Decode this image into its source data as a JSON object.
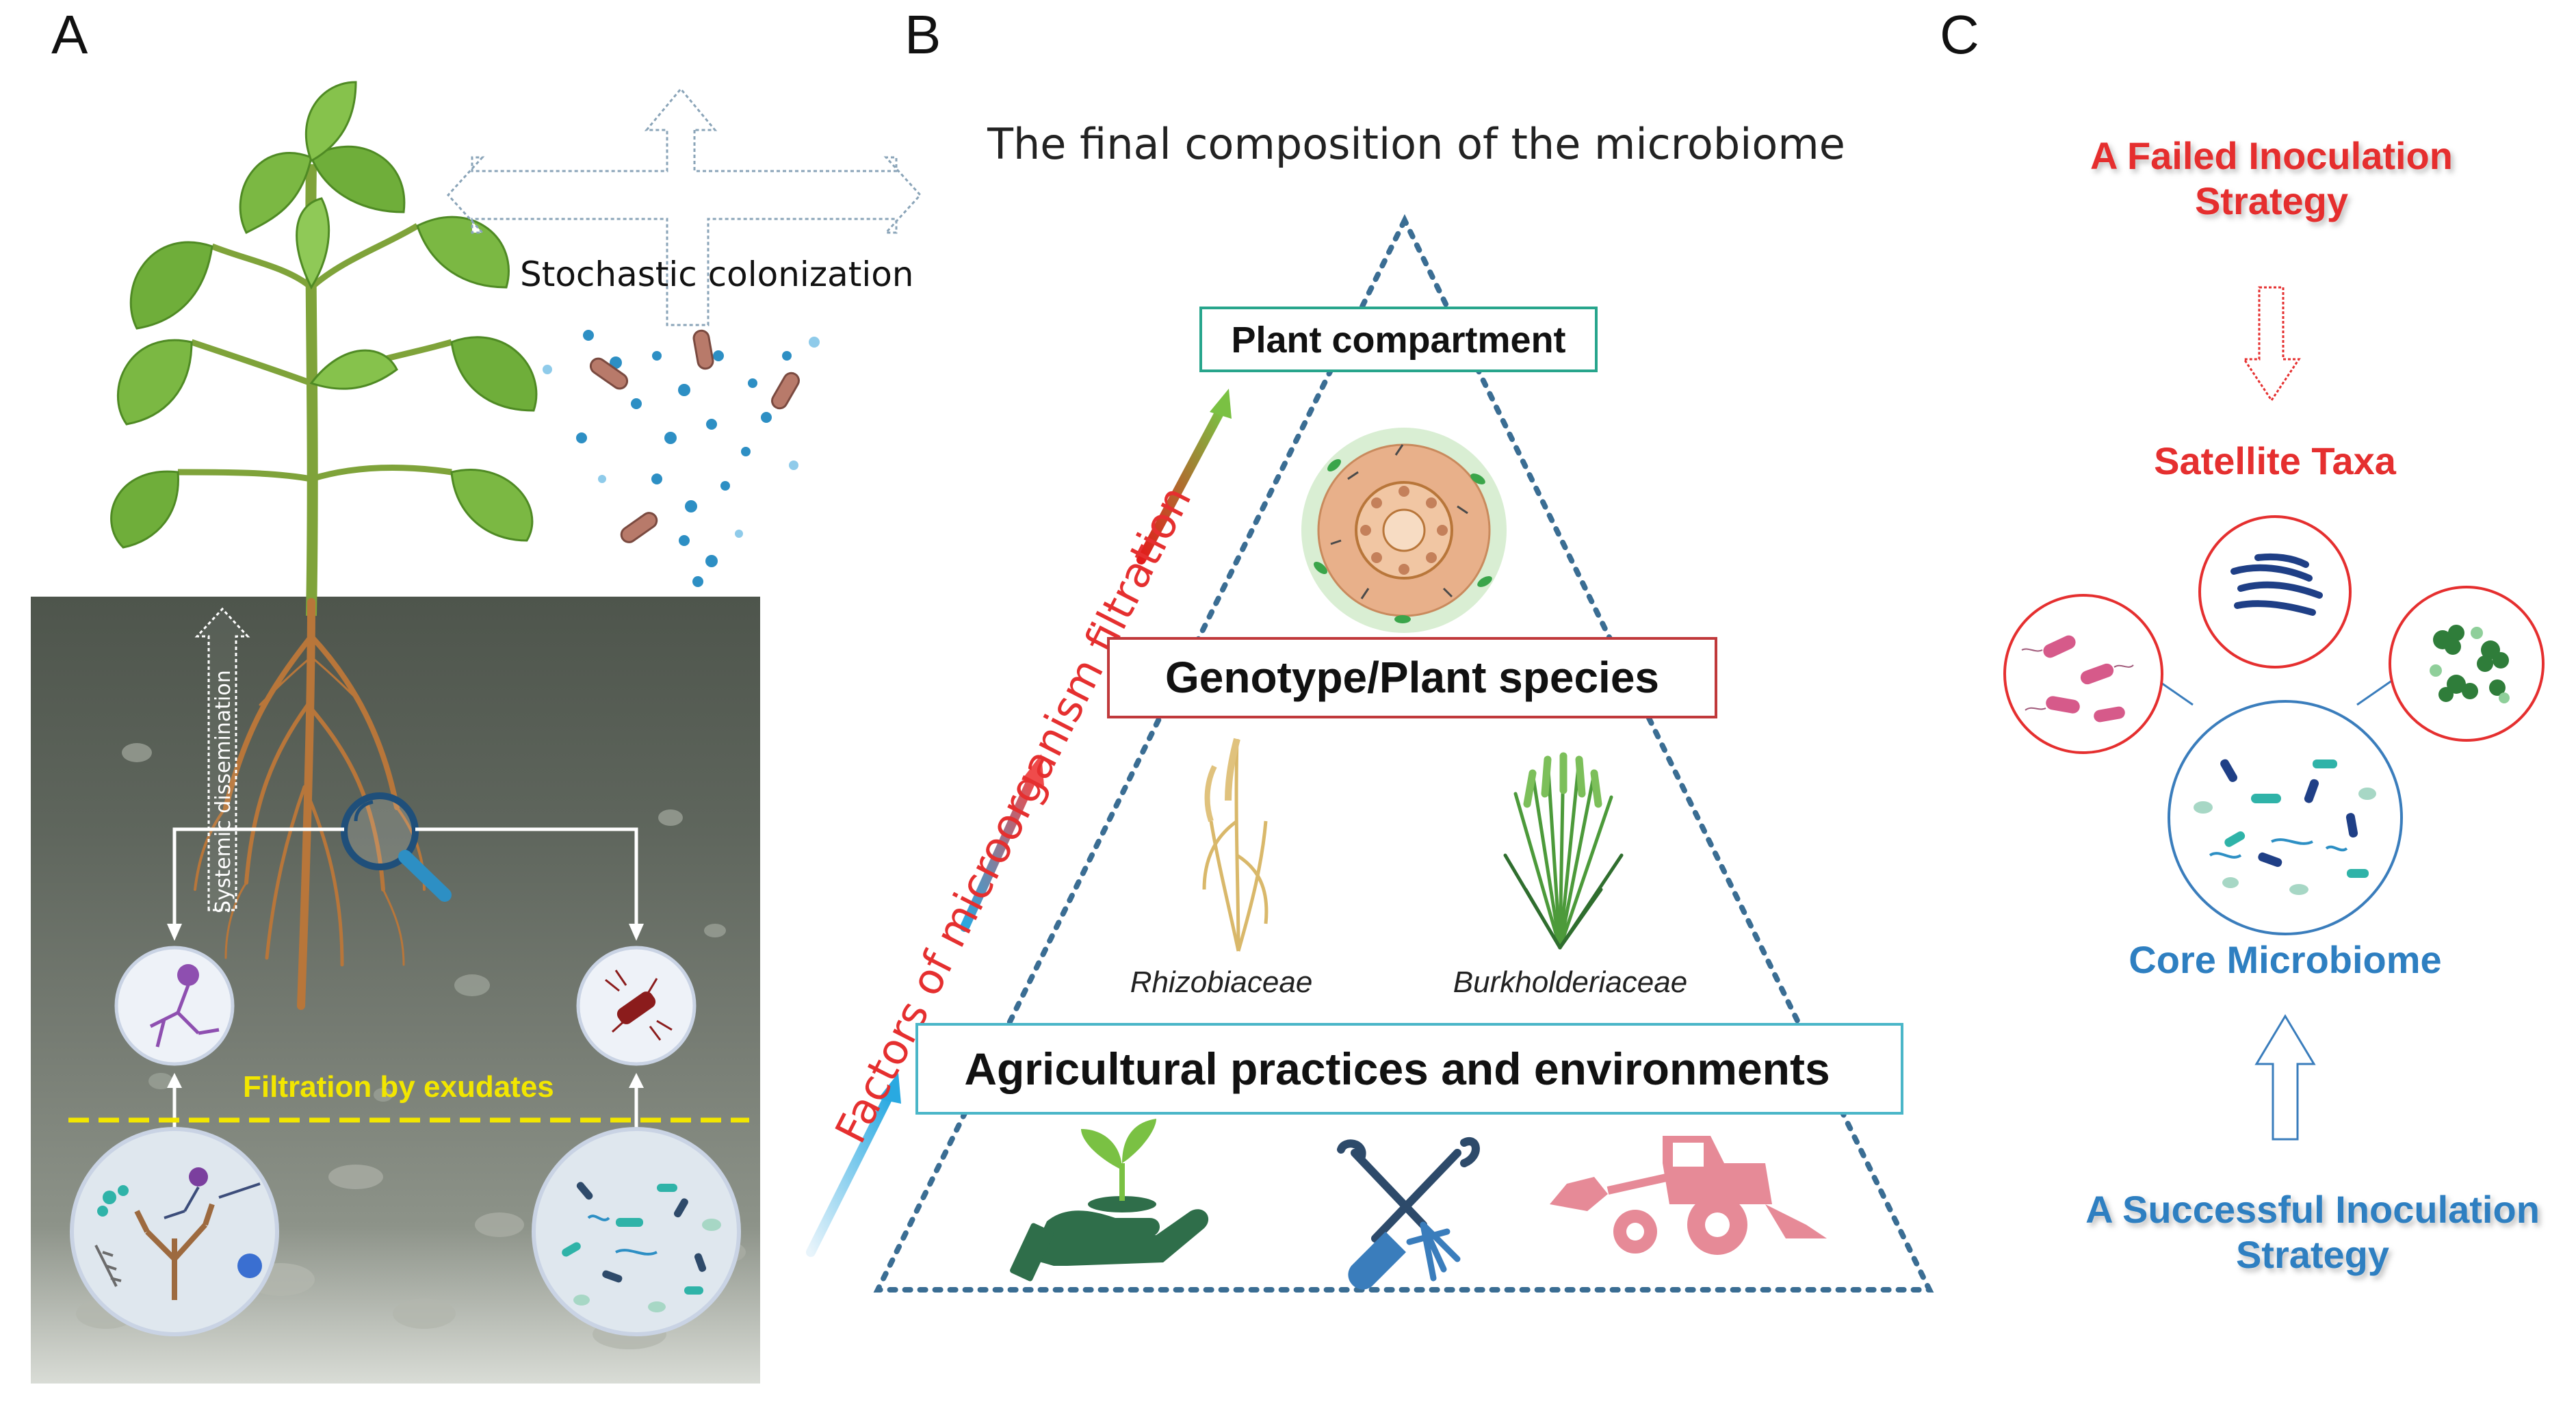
{
  "panels": {
    "a": {
      "letter": "A",
      "stochastic_label": "Stochastic colonization",
      "systemic_label": "Systemic dissemination",
      "filtration_label": "Filtration by exudates"
    },
    "b": {
      "letter": "B",
      "title": "The final composition of the microbiome",
      "side_label": "Factors of microorganism filtration",
      "level_top": "Plant compartment",
      "level_mid": "Genotype/Plant species",
      "level_bottom": "Agricultural practices and environments",
      "taxon_left": "Rhizobiaceae",
      "taxon_right": "Burkholderiaceae"
    },
    "c": {
      "letter": "C",
      "failed_line1": "A Failed Inoculation",
      "failed_line2": "Strategy",
      "satellite": "Satellite Taxa",
      "core": "Core Microbiome",
      "success_line1": "A Successful Inoculation",
      "success_line2": "Strategy"
    }
  },
  "colors": {
    "soil_dark": "#555c53",
    "soil_mid": "#737a72",
    "soil_light": "#8c9289",
    "leaf_green": "#6fae3a",
    "root_brown": "#b8763a",
    "microbe_blue": "#2d8fc4",
    "filtration_yellow": "#f2e600",
    "failed_red": "#e52f2f",
    "core_blue": "#2e7fc1",
    "box_teal": "#27a58c",
    "box_red": "#c0393b",
    "box_cyan": "#4ab6c8",
    "triangle_dots": "#3a6d93",
    "icon_green": "#2f6e4a",
    "icon_blue": "#3a7dbc",
    "icon_pink": "#e68a97"
  }
}
